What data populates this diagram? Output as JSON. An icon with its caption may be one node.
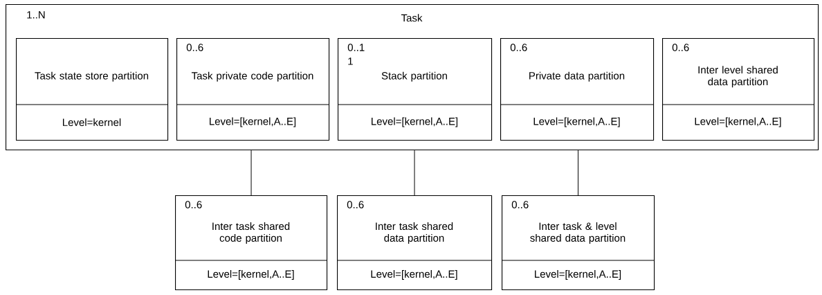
{
  "diagram": {
    "nodes": [
      {
        "text": [
          "1..N",
          "Task"
        ]
      },
      {
        "text": [
          "Task state store partition",
          "Level=kernel"
        ],
        "in": 0
      },
      {
        "text": [
          "0..6",
          "Task private code partition",
          "Level=[kernel,A..E]"
        ],
        "in": 0
      },
      {
        "text": [
          "0..1",
          "1",
          "Stack partition",
          "Level=[kernel,A..E]"
        ],
        "in": 0
      },
      {
        "text": [
          "0..6",
          "Private data partition",
          "Level=[kernel,A..E]"
        ],
        "in": 0
      },
      {
        "text": [
          "0..6",
          "Inter level shared data partition",
          "Level=[kernel,A..E]"
        ],
        "in": 0
      },
      {
        "text": [
          "0..6",
          "Inter task shared code partition",
          "Level=[kernel,A..E]"
        ]
      },
      {
        "text": [
          "0..6",
          "Inter task shared data partition",
          "Level=[kernel,A..E]"
        ]
      },
      {
        "text": [
          "0..6",
          "Inter task & level shared data partition",
          "Level=[kernel,A..E]"
        ]
      }
    ],
    "edges": [
      {
        "from": 0,
        "to": 6,
        "arrow": "none"
      },
      {
        "from": 0,
        "to": 7,
        "arrow": "none"
      },
      {
        "from": 0,
        "to": 8,
        "arrow": "none"
      }
    ]
  }
}
